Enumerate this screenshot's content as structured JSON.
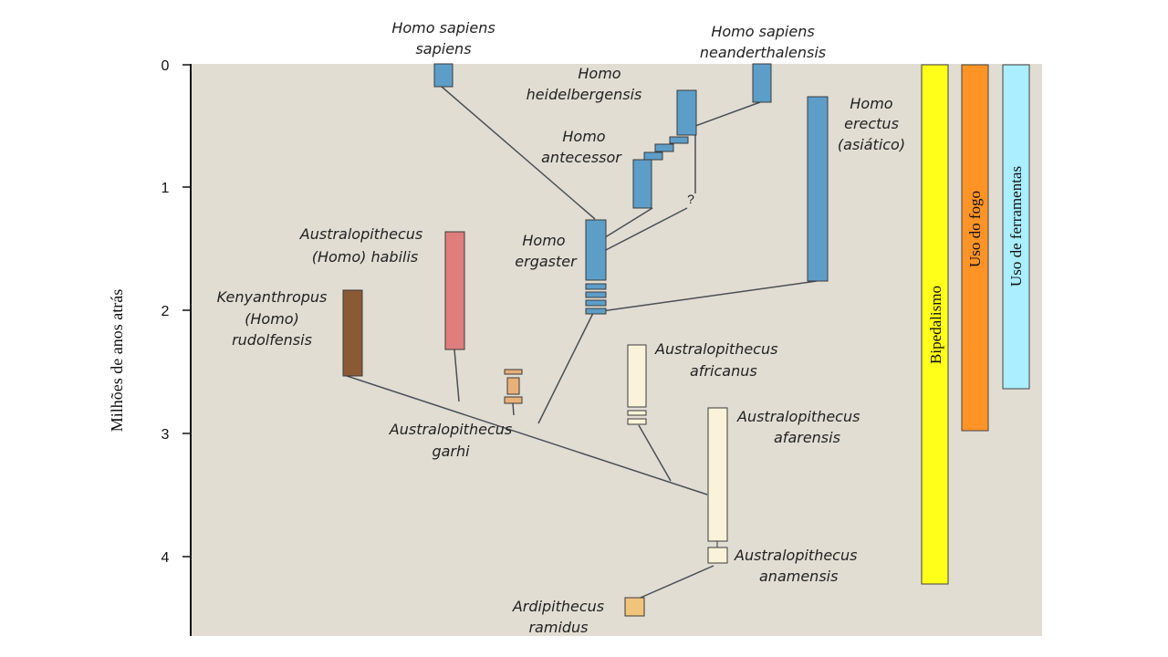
{
  "y_axis": {
    "label": "Milhões de anos atrás",
    "ticks": [
      "0",
      "1",
      "2",
      "3",
      "4"
    ]
  },
  "colors": {
    "panel": "#e1ddd3",
    "homo": "#5d9ec9",
    "habilis": "#e07d7d",
    "rudolfensis": "#8a5a35",
    "garhi": "#e9b079",
    "pale": "#fbf3d9",
    "ramidus": "#f1c47c",
    "bipedal": "#ffff19",
    "fire": "#ff9326",
    "tools": "#aaeeff",
    "link": "#4a4f55"
  },
  "species": {
    "sapiens": [
      "Homo sapiens",
      "sapiens"
    ],
    "neanderthalensis": [
      "Homo sapiens",
      "neanderthalensis"
    ],
    "heidelbergensis": [
      "Homo",
      "heidelbergensis"
    ],
    "antecessor": [
      "Homo",
      "antecessor"
    ],
    "erectus": [
      "Homo",
      "erectus",
      "(asiático)"
    ],
    "habilis": [
      "Australopithecus",
      "(Homo) habilis"
    ],
    "rudolfensis": [
      "Kenyanthropus",
      "(Homo)",
      "rudolfensis"
    ],
    "ergaster": [
      "Homo",
      "ergaster"
    ],
    "garhi": [
      "Australopithecus",
      "garhi"
    ],
    "africanus": [
      "Australopithecus",
      "africanus"
    ],
    "afarensis": [
      "Australopithecus",
      "afarensis"
    ],
    "anamensis": [
      "Australopithecus",
      "anamensis"
    ],
    "ramidus": [
      "Ardipithecus",
      "ramidus"
    ]
  },
  "uncertain_mark": "?",
  "traits": {
    "bipedal": "Bipedalismo",
    "fire": "Uso do fogo",
    "tools": "Uso de ferramentas"
  }
}
